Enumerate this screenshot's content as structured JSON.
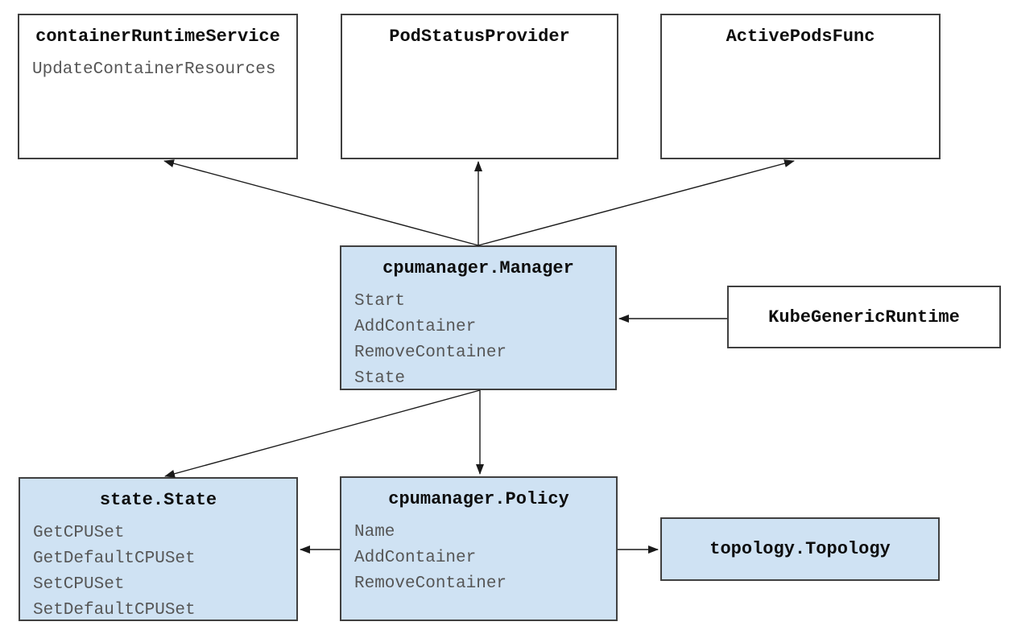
{
  "boxes": [
    {
      "id": "container-runtime-service",
      "title": "containerRuntimeService",
      "methods": [
        "UpdateContainerResources"
      ],
      "variant": "white"
    },
    {
      "id": "pod-status-provider",
      "title": "PodStatusProvider",
      "methods": [],
      "variant": "white"
    },
    {
      "id": "active-pods-func",
      "title": "ActivePodsFunc",
      "methods": [],
      "variant": "white"
    },
    {
      "id": "cpumanager-manager",
      "title": "cpumanager.Manager",
      "methods": [
        "Start",
        "AddContainer",
        "RemoveContainer",
        "State"
      ],
      "variant": "blue"
    },
    {
      "id": "kube-generic-runtime",
      "title": "KubeGenericRuntime",
      "methods": [],
      "variant": "white"
    },
    {
      "id": "state-state",
      "title": "state.State",
      "methods": [
        "GetCPUSet",
        "GetDefaultCPUSet",
        "SetCPUSet",
        "SetDefaultCPUSet"
      ],
      "variant": "blue"
    },
    {
      "id": "cpumanager-policy",
      "title": "cpumanager.Policy",
      "methods": [
        "Name",
        "AddContainer",
        "RemoveContainer"
      ],
      "variant": "blue"
    },
    {
      "id": "topology-topology",
      "title": "topology.Topology",
      "methods": [],
      "variant": "blue"
    }
  ],
  "edges": [
    {
      "from": "cpumanager-manager",
      "to": "container-runtime-service"
    },
    {
      "from": "cpumanager-manager",
      "to": "pod-status-provider"
    },
    {
      "from": "cpumanager-manager",
      "to": "active-pods-func"
    },
    {
      "from": "kube-generic-runtime",
      "to": "cpumanager-manager"
    },
    {
      "from": "cpumanager-manager",
      "to": "state-state"
    },
    {
      "from": "cpumanager-manager",
      "to": "cpumanager-policy"
    },
    {
      "from": "cpumanager-policy",
      "to": "state-state"
    },
    {
      "from": "cpumanager-policy",
      "to": "topology-topology"
    }
  ],
  "colors": {
    "box_fill_blue": "#cfe2f3",
    "box_fill_white": "#ffffff",
    "box_border": "#404040",
    "title_text": "#0d0d0d",
    "method_text": "#565656",
    "arrow": "#1a1a1a"
  }
}
